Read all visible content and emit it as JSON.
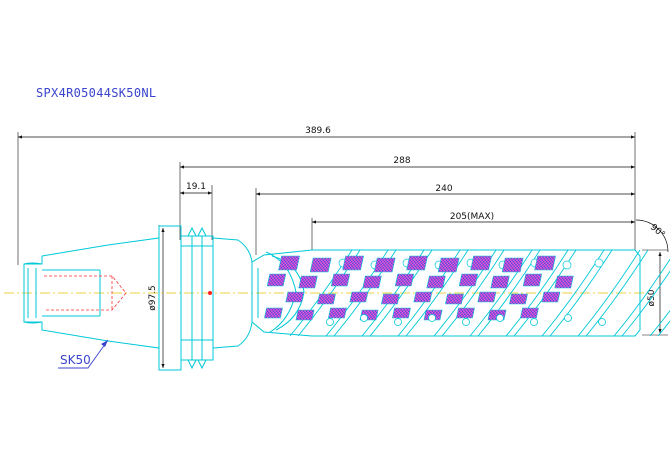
{
  "drawing": {
    "part_number": "SPX4R05044SK50NL",
    "taper_label": "SK50",
    "dimensions": {
      "overall_length": "389.6",
      "flange_to_tip": "288",
      "body_length": "240",
      "cutting_length": "205(MAX)",
      "flange_width": "19.1",
      "flange_diameter": "ø97.5",
      "cutter_diameter": "ø50",
      "tip_angle": "90°"
    },
    "colors": {
      "outline": "#00c8d8",
      "dimension": "#111111",
      "label": "#3b44cc",
      "centerline": "#e6c200",
      "insert_fill": "#6a6ae0",
      "insert_pattern": "#ff4fd0",
      "center_mark": "#ff2020"
    }
  }
}
